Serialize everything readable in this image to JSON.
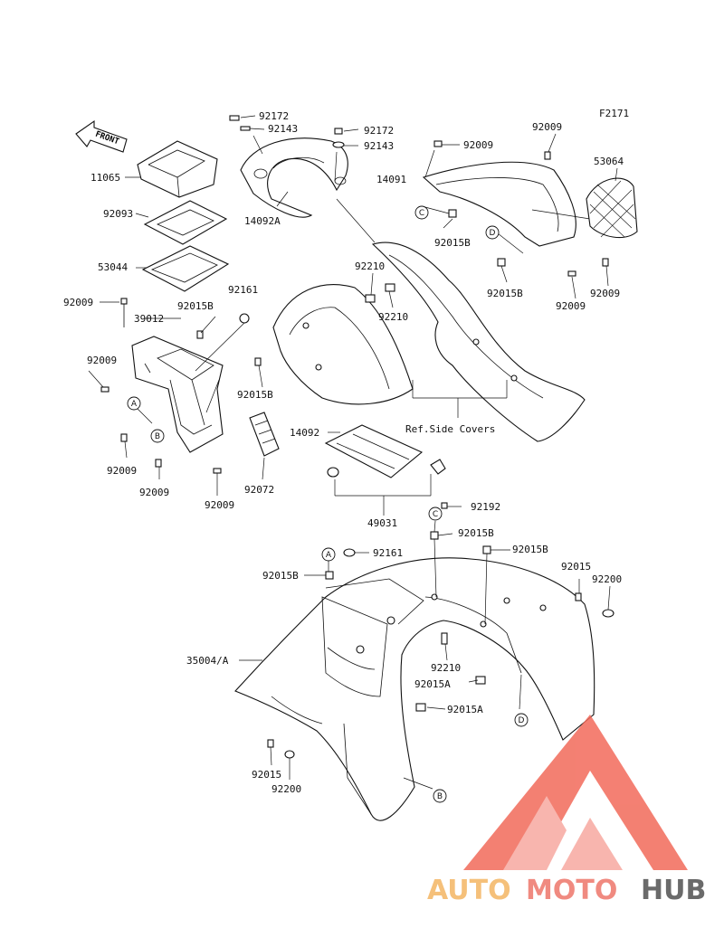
{
  "diagram_code": "F2171",
  "front_label": "FRONT",
  "ref_side_covers": "Ref.Side Covers",
  "parts": [
    {
      "id": "p11065",
      "text": "11065"
    },
    {
      "id": "p92093",
      "text": "92093"
    },
    {
      "id": "p53044",
      "text": "53044"
    },
    {
      "id": "p92009_a",
      "text": "92009"
    },
    {
      "id": "p92161_a",
      "text": "92161"
    },
    {
      "id": "p39012",
      "text": "39012"
    },
    {
      "id": "p92015B_a",
      "text": "92015B"
    },
    {
      "id": "p92009_b",
      "text": "92009"
    },
    {
      "id": "p92015B_b",
      "text": "92015B"
    },
    {
      "id": "p92009_c",
      "text": "92009"
    },
    {
      "id": "p92009_d",
      "text": "92009"
    },
    {
      "id": "p92009_e",
      "text": "92009"
    },
    {
      "id": "p92072",
      "text": "92072"
    },
    {
      "id": "p92172_a",
      "text": "92172"
    },
    {
      "id": "p92143_a",
      "text": "92143"
    },
    {
      "id": "p92172_b",
      "text": "92172"
    },
    {
      "id": "p92143_b",
      "text": "92143"
    },
    {
      "id": "p14092A",
      "text": "14092A"
    },
    {
      "id": "p92009_f",
      "text": "92009"
    },
    {
      "id": "p92009_g",
      "text": "92009"
    },
    {
      "id": "p14091",
      "text": "14091"
    },
    {
      "id": "p53064",
      "text": "53064"
    },
    {
      "id": "p92015B_c",
      "text": "92015B"
    },
    {
      "id": "p92015B_d",
      "text": "92015B"
    },
    {
      "id": "p92009_h",
      "text": "92009"
    },
    {
      "id": "p92009_i",
      "text": "92009"
    },
    {
      "id": "p92210_a",
      "text": "92210"
    },
    {
      "id": "p92210_b",
      "text": "92210"
    },
    {
      "id": "p14092",
      "text": "14092"
    },
    {
      "id": "p49031",
      "text": "49031"
    },
    {
      "id": "p92192",
      "text": "92192"
    },
    {
      "id": "p92015B_e",
      "text": "92015B"
    },
    {
      "id": "p92015B_f",
      "text": "92015B"
    },
    {
      "id": "p92161_b",
      "text": "92161"
    },
    {
      "id": "p92015B_g",
      "text": "92015B"
    },
    {
      "id": "p92015",
      "text": "92015"
    },
    {
      "id": "p92200",
      "text": "92200"
    },
    {
      "id": "p35004A",
      "text": "35004/A"
    },
    {
      "id": "p92210_c",
      "text": "92210"
    },
    {
      "id": "p92015A_a",
      "text": "92015A"
    },
    {
      "id": "p92015A_b",
      "text": "92015A"
    },
    {
      "id": "p92015_b",
      "text": "92015"
    },
    {
      "id": "p92200_b",
      "text": "92200"
    }
  ],
  "callouts": [
    {
      "id": "cA1",
      "text": "A"
    },
    {
      "id": "cB1",
      "text": "B"
    },
    {
      "id": "cC1",
      "text": "C"
    },
    {
      "id": "cD1",
      "text": "D"
    },
    {
      "id": "cC2",
      "text": "C"
    },
    {
      "id": "cA2",
      "text": "A"
    },
    {
      "id": "cD2",
      "text": "D"
    },
    {
      "id": "cB2",
      "text": "B"
    }
  ],
  "watermark": {
    "part1": "AUTO",
    "part2": "MOTO",
    "part3": "HUB",
    "color_auto": "#f5c07a",
    "color_moto": "#f08a80",
    "color_hub": "#6a6a6a",
    "color_logo": "#f26a5a"
  }
}
